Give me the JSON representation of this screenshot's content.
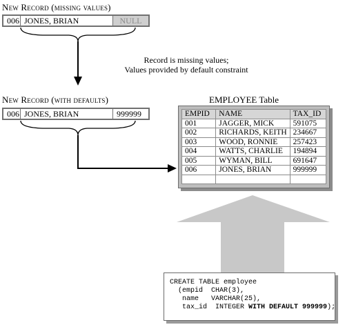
{
  "missing_record": {
    "title": "New Record (missing values)",
    "cells": [
      "006",
      "JONES, BRIAN",
      "NULL"
    ]
  },
  "note": {
    "line1": "Record is missing values;",
    "line2": "Values provided by default constraint"
  },
  "default_record": {
    "title": "New Record (with defaults)",
    "cells": [
      "006",
      "JONES, BRIAN",
      "999999"
    ]
  },
  "employee_table": {
    "title": "EMPLOYEE Table",
    "headers": [
      "EMPID",
      "NAME",
      "TAX_ID"
    ],
    "rows": [
      [
        "001",
        "JAGGER, MICK",
        "591075"
      ],
      [
        "002",
        "RICHARDS, KEITH",
        "234667"
      ],
      [
        "003",
        "WOOD, RONNIE",
        "257423"
      ],
      [
        "004",
        "WATTS, CHARLIE",
        "194894"
      ],
      [
        "005",
        "WYMAN, BILL",
        "691647"
      ],
      [
        "006",
        "JONES, BRIAN",
        "999999"
      ],
      [
        "",
        "",
        ""
      ]
    ]
  },
  "sql": {
    "line1": "CREATE TABLE employee",
    "line2": "  (empid  CHAR(3),",
    "line3": "   name   VARCHAR(25),",
    "line4_plain": "   tax_id  INTEGER ",
    "line4_bold": "WITH DEFAULT 999999",
    "line4_end": ");"
  },
  "colors": {
    "gray_fill": "#c8c8c8",
    "border": "#707070",
    "null_bg": "#cfcfcf"
  }
}
